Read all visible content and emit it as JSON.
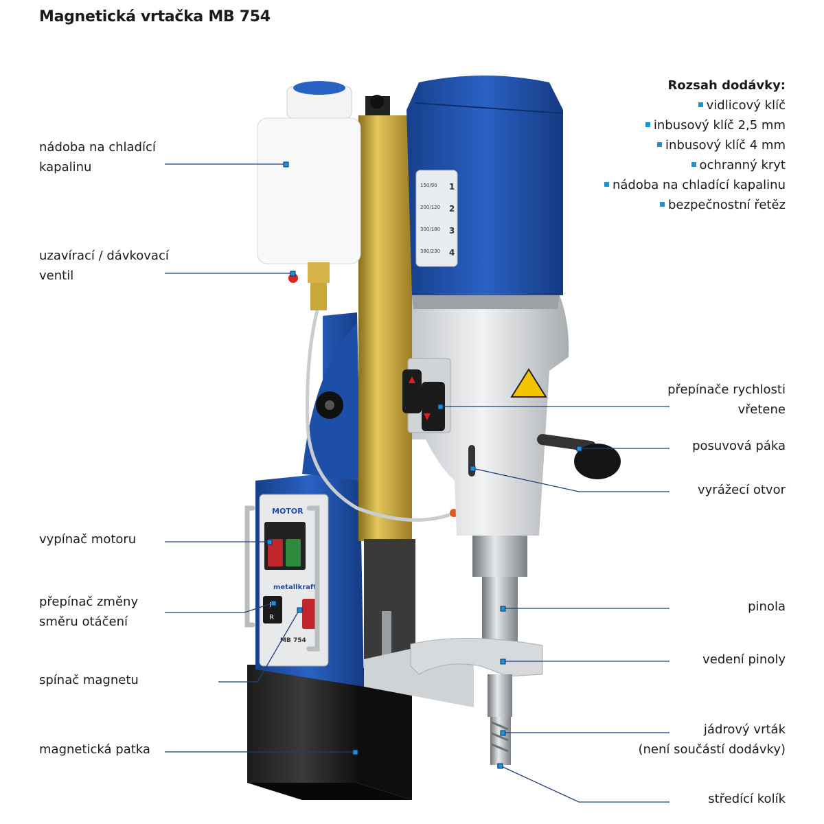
{
  "title": "Magnetická vrtačka MB 754",
  "scope": {
    "heading": "Rozsah dodávky:",
    "items": [
      "vidlicový klíč",
      "inbusový klíč 2,5 mm",
      "inbusový klíč 4 mm",
      "ochranný kryt",
      "nádoba na chladící kapalinu",
      "bezpečnostní řetěz"
    ]
  },
  "left_labels": {
    "coolant_tank": [
      "nádoba na chladící",
      "kapalinu"
    ],
    "valve": [
      "uzavírací / dávkovací",
      "ventil"
    ],
    "motor_switch": [
      "vypínač motoru"
    ],
    "direction_switch": [
      "přepínač změny",
      "směru otáčení"
    ],
    "magnet_switch": [
      "spínač magnetu"
    ],
    "magnetic_base": [
      "magnetická patka"
    ]
  },
  "right_labels": {
    "speed_switch": [
      "přepínače rychlosti",
      "vřetene"
    ],
    "feed_lever": [
      "posuvová páka"
    ],
    "ejector_hole": [
      "vyrážecí otvor"
    ],
    "quill": [
      "pinola"
    ],
    "quill_guide": [
      "vedení pinoly"
    ],
    "core_drill": [
      "jádrový vrták",
      "(není součástí dodávky)"
    ],
    "pilot_pin": [
      "středící kolík"
    ]
  },
  "machine_text": {
    "motor": "MOTOR",
    "brand": "metallkraft",
    "model": "MB 754",
    "speeds": [
      {
        "range": "150/90",
        "gear": "1"
      },
      {
        "range": "200/120",
        "gear": "2"
      },
      {
        "range": "300/180",
        "gear": "3"
      },
      {
        "range": "380/230",
        "gear": "4"
      }
    ],
    "f_key": "F",
    "r_key": "R"
  },
  "colors": {
    "accent": "#1e90d6",
    "leader": "#1f3d7a",
    "body_blue": "#1d4fa8",
    "column_gold": "#c9a83a",
    "housing_grey": "#d9dcde"
  }
}
